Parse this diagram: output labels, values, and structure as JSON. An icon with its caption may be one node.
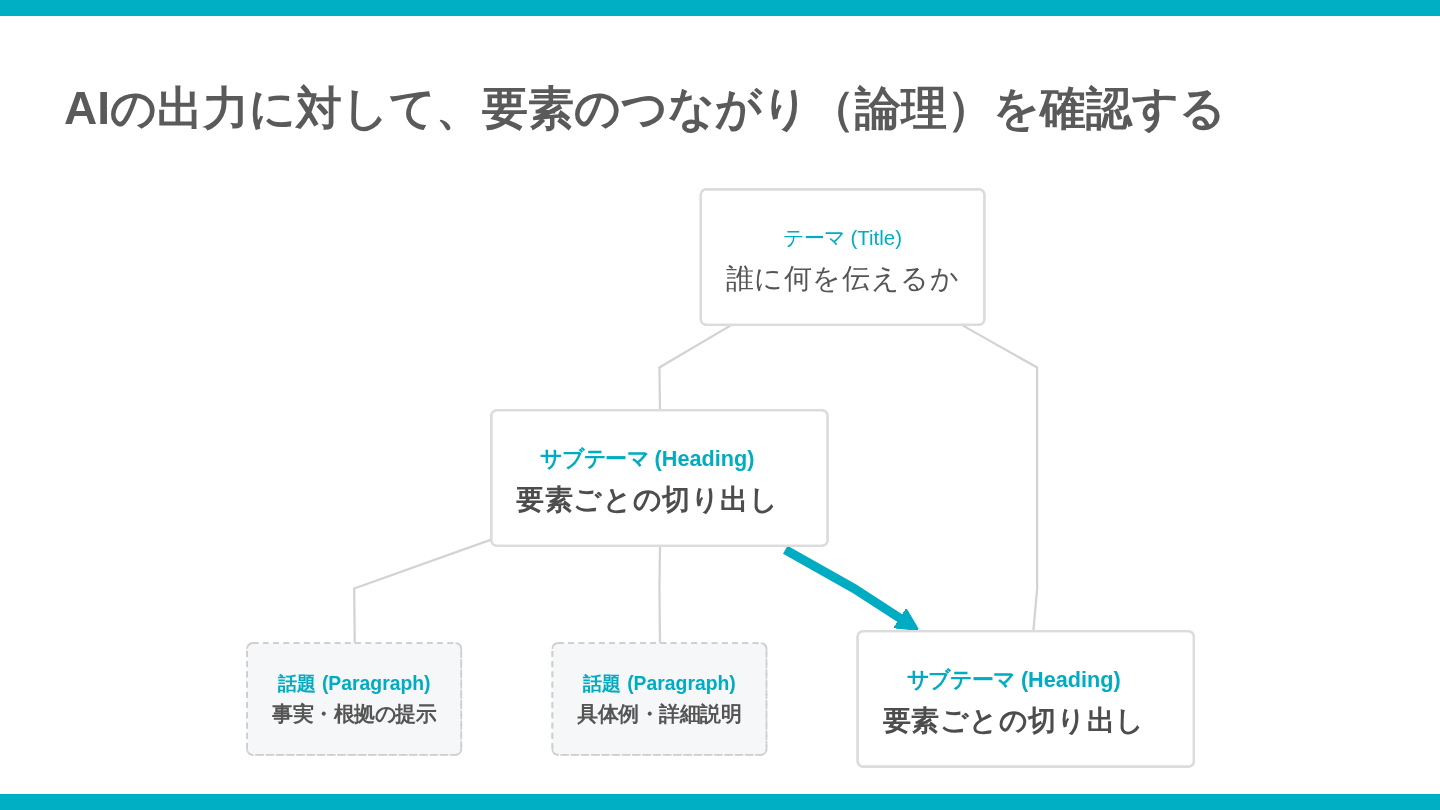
{
  "diagram": {
    "title": "AIの出力に対して、要素のつながり（論理）を確認する",
    "nodes": [
      {
        "text": [
          "テーマ (Title)",
          "誰に何を伝えるか"
        ]
      },
      {
        "text": [
          "サブテーマ (Heading)",
          "要素ごとの切り出し"
        ]
      },
      {
        "text": [
          "サブテーマ (Heading)",
          "要素ごとの切り出し"
        ]
      },
      {
        "text": [
          "話題 (Paragraph)",
          "事実・根拠の提示"
        ]
      },
      {
        "text": [
          "話題 (Paragraph)",
          "具体例・詳細説明"
        ]
      }
    ],
    "edges": [
      {
        "from": 0,
        "to": 1,
        "arrow": "none"
      },
      {
        "from": 0,
        "to": 2,
        "arrow": "none"
      },
      {
        "from": 1,
        "to": 3,
        "arrow": "none"
      },
      {
        "from": 1,
        "to": 4,
        "arrow": "none"
      },
      {
        "from": 1,
        "to": 2,
        "arrow": "to",
        "style": "thick",
        "color": "#00acc1"
      }
    ]
  }
}
